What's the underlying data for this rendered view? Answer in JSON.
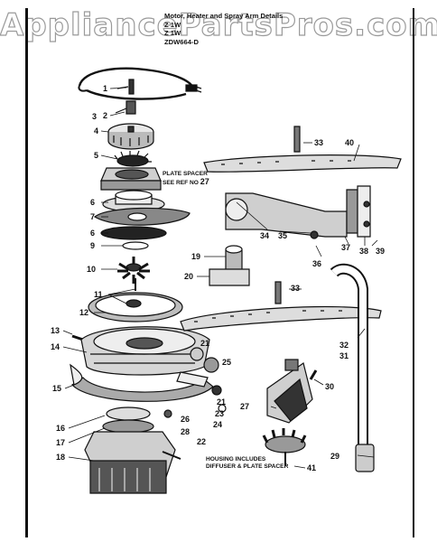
{
  "watermark": "AppliancePartsPros.com",
  "title": {
    "line1": "Motor, Heater and Spray Arm Details",
    "line2": "Z 1W",
    "line3": "Z 1W",
    "line4": "ZDW664-D"
  },
  "notes": {
    "plate_spacer_line1": "PLATE SPACER",
    "plate_spacer_line2": "SEE REF NO",
    "plate_spacer_ref": "27",
    "housing_line1": "HOUSING INCLUDES",
    "housing_line2": "DIFFUSER & PLATE SPACER"
  },
  "callouts": {
    "c1": "1",
    "c2": "2",
    "c3": "3",
    "c4": "4",
    "c5": "5",
    "c6a": "6",
    "c7": "7",
    "c6b": "6",
    "c9": "9",
    "c10": "10",
    "c11": "11",
    "c12": "12",
    "c13": "13",
    "c14": "14",
    "c15": "15",
    "c16": "16",
    "c17": "17",
    "c18": "18",
    "c19": "19",
    "c20": "20",
    "c21a": "21",
    "c25": "25",
    "c21b": "21",
    "c23": "23",
    "c24": "24",
    "c26": "26",
    "c28": "28",
    "c22": "22",
    "c27": "27",
    "c29": "29",
    "c30": "30",
    "c31": "31",
    "c32": "32",
    "c33a": "33",
    "c33b": "33",
    "c34": "34",
    "c35": "35",
    "c36": "36",
    "c37": "37",
    "c38": "38",
    "c39": "39",
    "c40": "40",
    "c41": "41"
  }
}
